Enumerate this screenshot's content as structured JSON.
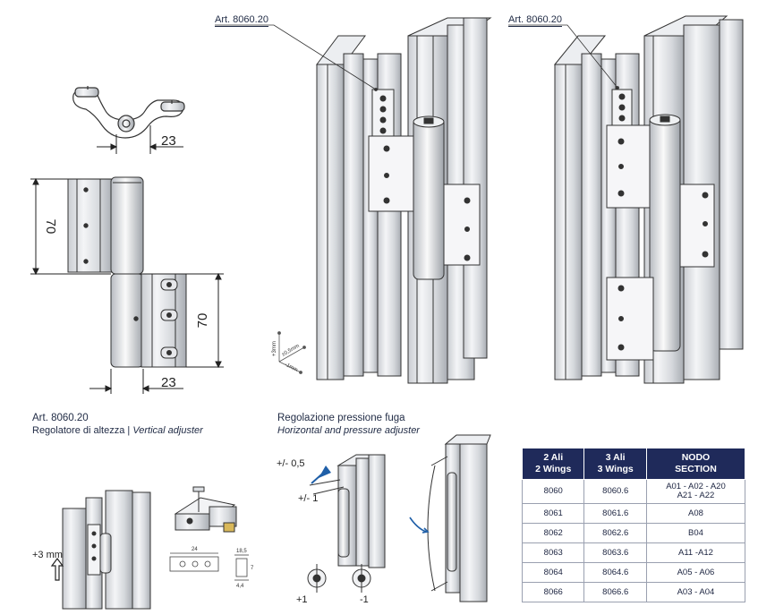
{
  "top_labels": {
    "art_left": "Art. 8060.20",
    "art_right": "Art. 8060.20"
  },
  "dimensions": {
    "top_width": "23",
    "upper_height": "70",
    "lower_height": "70",
    "bottom_width": "23"
  },
  "adjust_marks": {
    "plus3": "+3mm",
    "plus05": "±0,5mm",
    "minus1": "-1mm"
  },
  "vertical_adjuster": {
    "title": "Art. 8060.20",
    "subtitle_it": "Regolatore di altezza |",
    "subtitle_en": "Vertical adjuster",
    "plus3mm": "+3 mm"
  },
  "horizontal_adjuster": {
    "title": "Regolazione pressione fuga",
    "subtitle_en": "Horizontal and pressure  adjuster",
    "pm05": "+/- 0,5",
    "pm1": "+/- 1",
    "plus1": "+1",
    "minus1": "-1"
  },
  "table": {
    "headers": [
      "2 Ali\n2 Wings",
      "3 Ali\n3 Wings",
      "NODO\nSECTION"
    ],
    "rows": [
      [
        "8060",
        "8060.6",
        "A01 - A02 - A20\nA21 - A22"
      ],
      [
        "8061",
        "8061.6",
        "A08"
      ],
      [
        "8062",
        "8062.6",
        "B04"
      ],
      [
        "8063",
        "8063.6",
        "A11 -A12"
      ],
      [
        "8064",
        "8064.6",
        "A05 - A06"
      ],
      [
        "8066",
        "8066.6",
        "A03 - A04"
      ]
    ]
  },
  "colors": {
    "header_bg": "#1f2a5a",
    "line": "#333333",
    "accent_arrow": "#1f5fa8"
  }
}
